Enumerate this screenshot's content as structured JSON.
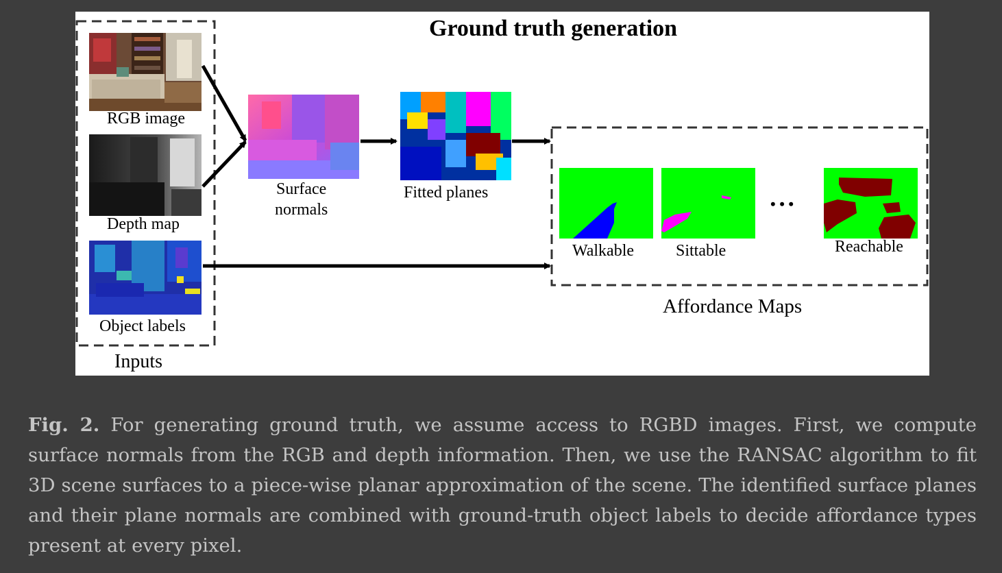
{
  "figure": {
    "title": "Ground truth generation",
    "inputs_label": "Inputs",
    "input_images": [
      {
        "label": "RGB image",
        "icon": "rgb-photo"
      },
      {
        "label": "Depth map",
        "icon": "depth-map"
      },
      {
        "label": "Object labels",
        "icon": "object-label-map"
      }
    ],
    "surface_normals_label_line1": "Surface",
    "surface_normals_label_line2": "normals",
    "fitted_planes_label": "Fitted planes",
    "affordance_group_label": "Affordance Maps",
    "affordance_maps": [
      {
        "label": "Walkable",
        "colors": {
          "background": "#00ff00",
          "region": "#0000ff"
        }
      },
      {
        "label": "Sittable",
        "colors": {
          "background": "#00ff00",
          "region": "#ff00ff"
        }
      },
      {
        "label": "Reachable",
        "colors": {
          "background": "#00ff00",
          "region": "#800000"
        }
      }
    ],
    "ellipsis": "•  •  •"
  },
  "caption": {
    "prefix": "Fig. 2.",
    "text": "For generating ground truth, we assume access to RGBD images. First, we compute surface normals from the RGB and depth information. Then, we use the RANSAC algorithm to fit 3D scene surfaces to a piece-wise planar approximation of the scene. The identified surface planes and their plane normals are combined with ground-truth object labels to decide affordance types present at every pixel."
  },
  "colors": {
    "page_background": "#3d3d3d",
    "figure_background": "#ffffff",
    "caption_text": "#c4c4c4",
    "affordance_background": "#00ff00"
  }
}
